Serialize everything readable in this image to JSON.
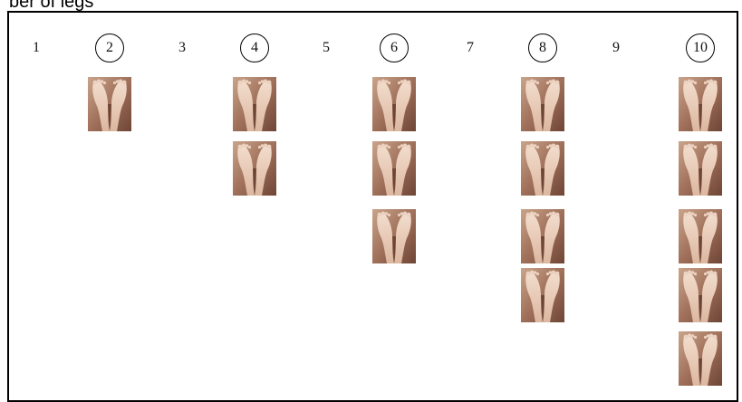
{
  "caption": "ber of legs",
  "numbers": [
    "1",
    "2",
    "3",
    "4",
    "5",
    "6",
    "7",
    "8",
    "9",
    "10"
  ],
  "circled": [
    2,
    4,
    6,
    8,
    10
  ],
  "pictograms_per_number": [
    0,
    1,
    0,
    2,
    0,
    3,
    0,
    4,
    0,
    5
  ],
  "icon": "pair-of-feet-icon"
}
